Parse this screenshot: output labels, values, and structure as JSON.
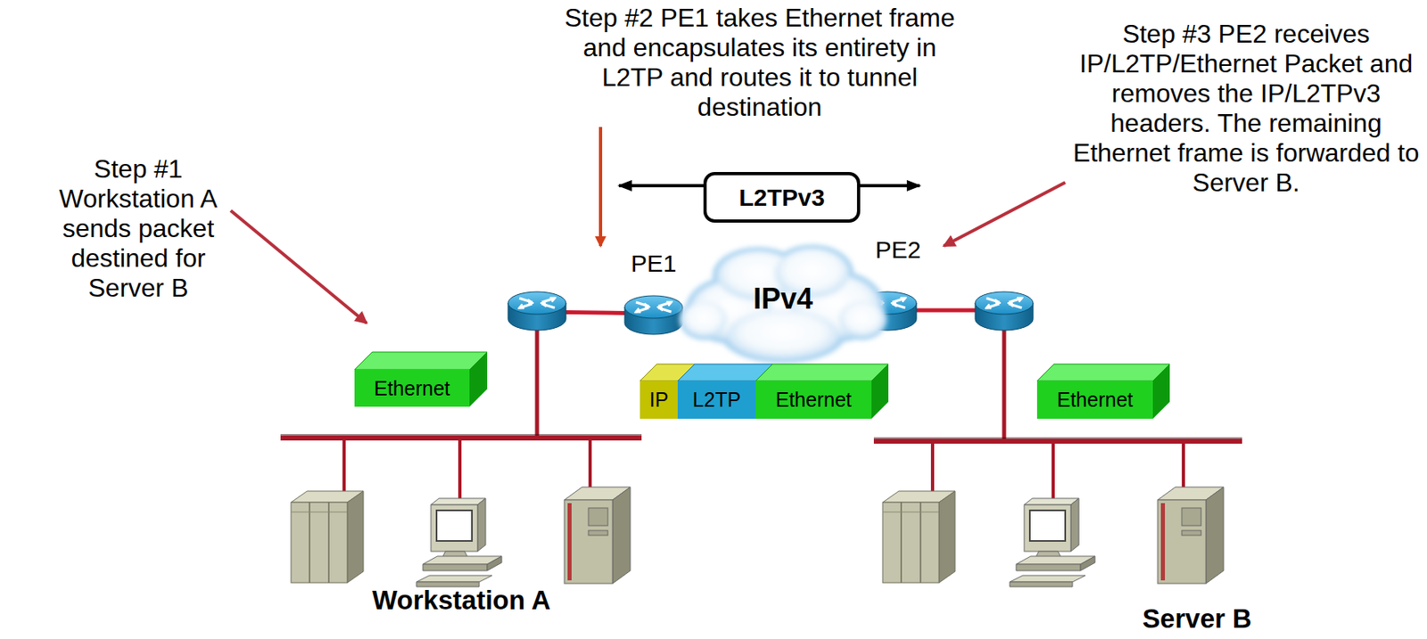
{
  "diagram": {
    "nodes": [
      {
        "text": [
          "L2TPv3"
        ]
      },
      {
        "text": [
          "IPv4"
        ]
      },
      {
        "text": [
          "Ethernet"
        ]
      },
      {
        "text": [
          "IP"
        ]
      },
      {
        "text": [
          "L2TP"
        ]
      },
      {
        "text": [
          "Ethernet"
        ]
      },
      {
        "text": [
          "Ethernet"
        ]
      }
    ],
    "labels": [
      "Step #1 Workstation A sends packet destined for Server B",
      "Step #2 PE1 takes Ethernet frame and encapsulates its entirety in L2TP and routes it to tunnel destination",
      "Step #3 PE2 receives IP/L2TP/Ethernet Packet and removes the IP/L2TPv3 headers. The remaining Ethernet frame is forwarded to Server B.",
      "PE1",
      "PE2",
      "Workstation A",
      "Server B"
    ]
  }
}
